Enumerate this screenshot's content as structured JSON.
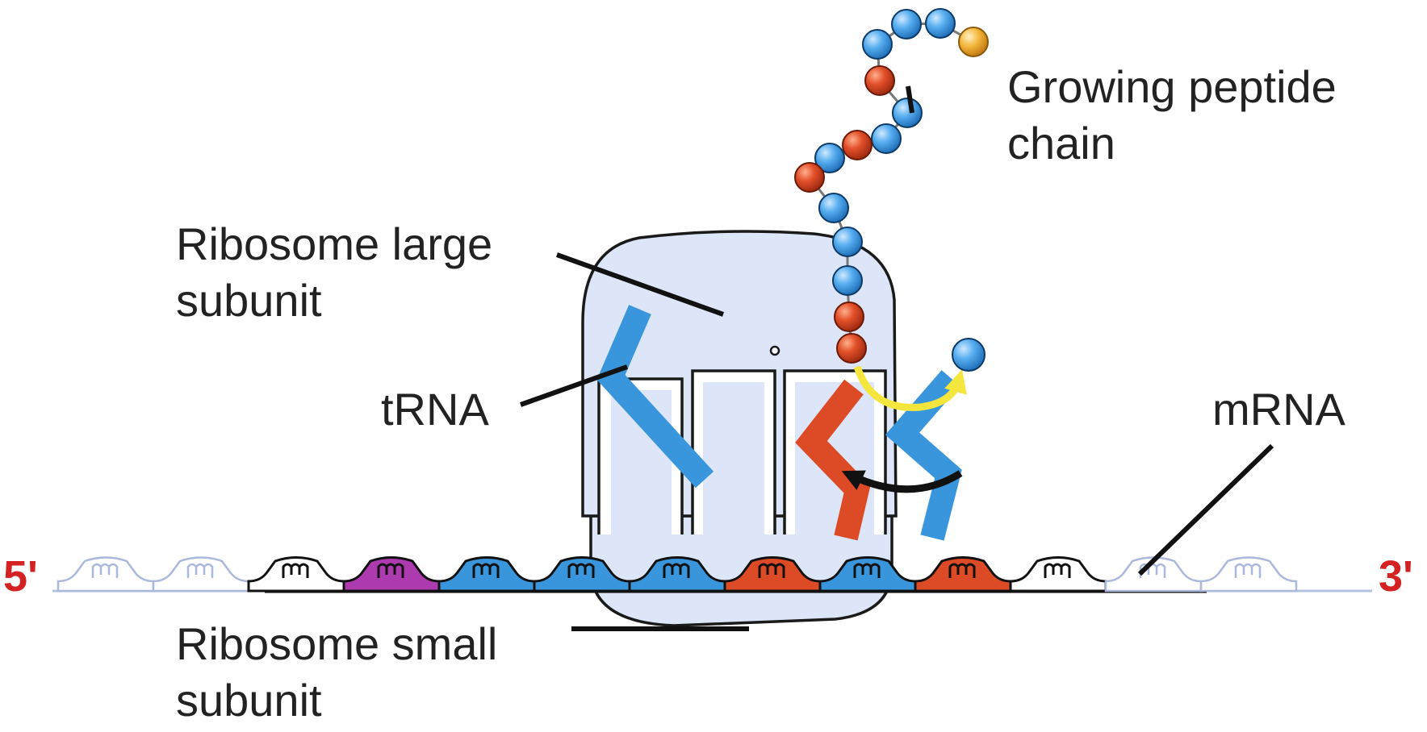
{
  "labels": {
    "peptide_line1": "Growing peptide",
    "peptide_line2": "chain",
    "large_line1": "Ribosome large",
    "large_line2": "subunit",
    "trna": "tRNA",
    "mrna": "mRNA",
    "small_line1": "Ribosome small",
    "small_line2": "subunit",
    "five_prime": "5'",
    "three_prime": "3'"
  },
  "colors": {
    "ribosome_fill": "#dde6f8",
    "ribosome_stroke": "#1a1a1a",
    "trna_blue": "#3a96dc",
    "trna_red": "#dd4a26",
    "codon_purple": "#ad3aae",
    "codon_white": "#ffffff",
    "codon_faded_stroke": "#aab8dc",
    "peptide_orange": "#e3502a",
    "peptide_blue": "#57aef0",
    "peptide_tip": "#f3b53b",
    "arrow_yellow": "#f4e63c",
    "arrow_black": "#111111",
    "end_label_red": "#d42222"
  },
  "mrna_codons": [
    "faded",
    "faded",
    "white",
    "purple",
    "blue",
    "blue",
    "blue",
    "red",
    "blue",
    "red",
    "white",
    "faded",
    "faded"
  ],
  "peptide_beads": [
    "yellow",
    "blue",
    "blue",
    "blue",
    "red",
    "blue",
    "blue",
    "red",
    "blue",
    "red",
    "blue",
    "blue",
    "blue",
    "red",
    "red",
    "blue",
    "red",
    "blue",
    "red"
  ]
}
